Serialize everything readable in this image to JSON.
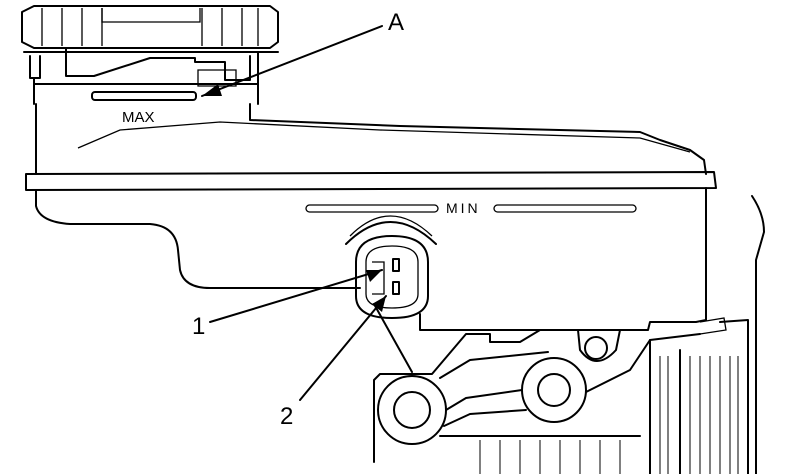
{
  "labels": {
    "callout_a": "A",
    "callout_1": "1",
    "callout_2": "2",
    "max_mark": "MAX",
    "min_mark": "MIN"
  },
  "colors": {
    "line": "#000000",
    "background": "#ffffff"
  }
}
